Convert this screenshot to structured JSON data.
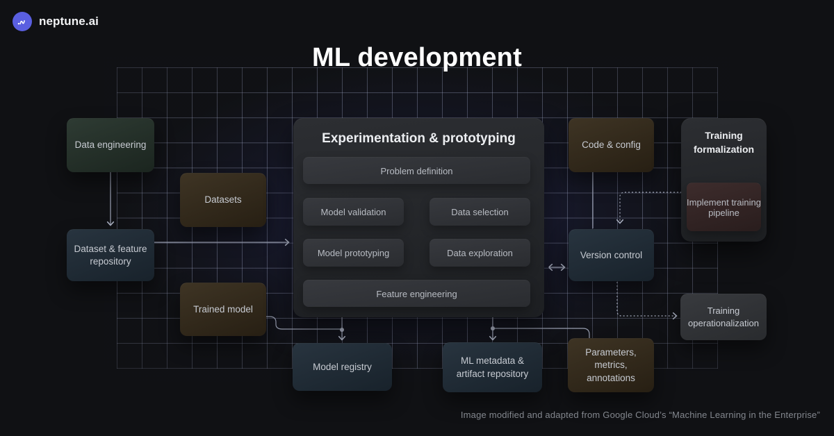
{
  "brand": {
    "name": "neptune.ai",
    "logo_icon": "waveform-icon",
    "logo_color": "#5a5fe0"
  },
  "title": "ML development",
  "caption": "Image modified and adapted from Google Cloud’s “Machine Learning in the Enterprise”",
  "nodes": {
    "data_engineering": "Data engineering",
    "datasets": "Datasets",
    "dataset_feature_repository": "Dataset & feature repository",
    "trained_model": "Trained model",
    "code_config": "Code & config",
    "training_formalization": "Training formalization",
    "implement_training_pipeline": "Implement training pipeline",
    "version_control": "Version control",
    "training_operationalization": "Training operationalization",
    "model_registry": "Model registry",
    "ml_metadata_artifact_repository": "ML metadata & artifact repository",
    "parameters_metrics_annotations": "Parameters, metrics, annotations"
  },
  "experimentation": {
    "title": "Experimentation & prototyping",
    "steps": {
      "problem_definition": "Problem definition",
      "model_validation": "Model validation",
      "data_selection": "Data selection",
      "model_prototyping": "Model prototyping",
      "data_exploration": "Data exploration",
      "feature_engineering": "Feature engineering"
    }
  },
  "colors": {
    "background": "#101114",
    "accent_logo": "#5a5fe0",
    "grid_line": "#a8b0d2",
    "arrow": "#9aa0b2",
    "node_green": "#2e3b33",
    "node_brown": "#3e3424",
    "node_slate": "#28343f",
    "node_gray": "#383a3e",
    "node_maroon": "#3d2c2c",
    "panel": "#2c2e32"
  }
}
